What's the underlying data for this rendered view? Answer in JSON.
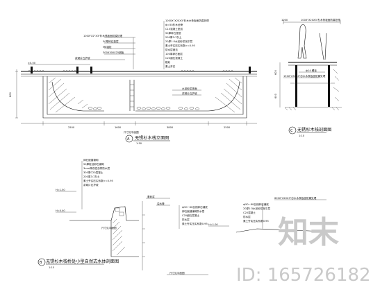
{
  "section_a": {
    "title": "无锈杉木栈立面图",
    "scale": "1:50",
    "number": "A",
    "ground_label": "浆砌片石护坡",
    "dims": [
      "2500",
      "1600",
      "3800",
      "2500"
    ],
    "height": "800",
    "bottom_label": "尺寸见平面图",
    "callouts_top": [
      "100X\"X2\"X3\"杉木栈板面防腐处理",
      "50厚碎石垫层",
      "M8锚栓",
      "300X300X25钢板"
    ],
    "callouts_mid": [
      "1000X\"X20X3\"杉木木条板面防腐处理",
      "ф=50杉木龙骨",
      "C15混凝土垫层",
      "50厚碎石垫层",
      "200厚3:7灰土",
      "20厚1:3水泥砂浆找平层",
      "素土夯实压实系数>=0.95",
      "防水层做法",
      "100厚卵石面层",
      "C20细石混凝土",
      "粗砂",
      "素土夯实"
    ],
    "callouts_low": [
      "水泥砂浆抹面",
      "浆砌片石护坡"
    ],
    "level": "±0.00"
  },
  "section_b": {
    "title": "无锈杉木栈桥处小型自然式水体剖面图",
    "scale": "1:15",
    "number": "B",
    "callouts": [
      "卵石嵌缝铺砌",
      "50厚粒径卵石铺砌",
      "3mm厚改性沥青防水层",
      "300厚C20混凝土",
      "200厚3:7灰土",
      "素土夯实压实系数>=0.95",
      "浆砌片石护坡"
    ],
    "level": "H=1.50",
    "level2": "H=0.40",
    "right_labels": [
      "素砂浆",
      "溢水管",
      "ф50~80自然卵石铺底",
      "卵石嵌缝铺砌防水层",
      "C20细石混凝土",
      "防水层",
      "素土夯实压实系数0.95"
    ],
    "note": "尺寸见平面图",
    "bottom_note": "尺寸见平面图"
  },
  "section_c": {
    "title": "无锈杉木栈剖面图",
    "scale": "1:10",
    "number": "C",
    "top_label": "100X\"X20X3\"杉木条板面防腐处理",
    "bolt_label": "ф14 螺栓",
    "lower_label": "150X\"X30X4\"杉木木条板面防腐处理",
    "dims": [
      "1000",
      "600",
      "600"
    ]
  },
  "section_d": {
    "label_top": "600X\"X20X3\"杉木木条板面防腐处理",
    "callouts": [
      "ф50~80自然卵石铺底",
      "20厚1:3水泥砂浆找平层",
      "C20混凝土",
      "防水层",
      "素土夯实压实系数0.95"
    ],
    "level": "H=1.00"
  },
  "watermark": {
    "brand": "知末",
    "id_text": "ID: 165726182"
  }
}
